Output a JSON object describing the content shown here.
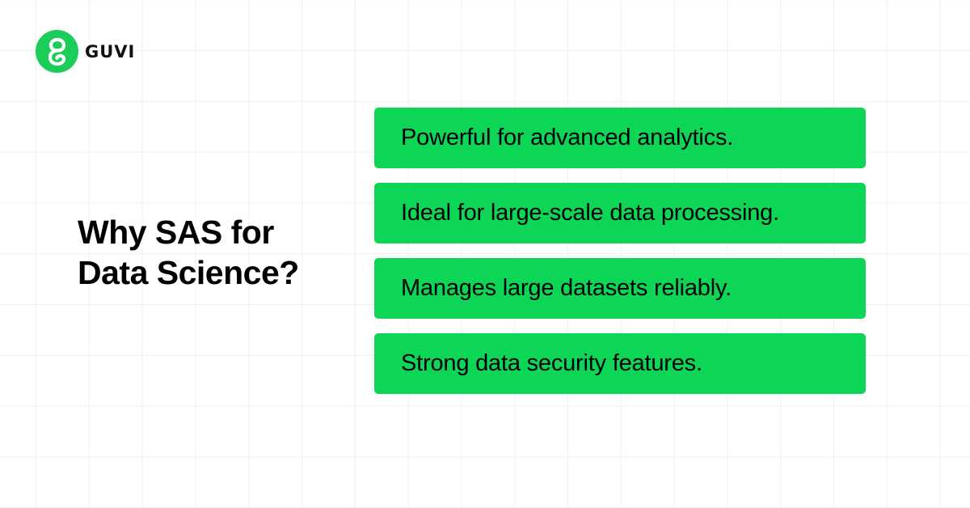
{
  "brand": {
    "name": "GUVI",
    "logo_icon": "guvi-g-logo-icon",
    "accent_color": "#1cce59"
  },
  "heading": {
    "line1": "Why SAS for",
    "line2": "Data Science?"
  },
  "features": {
    "box_color": "#0dd657",
    "items": [
      {
        "label": "Powerful for advanced analytics."
      },
      {
        "label": "Ideal for large-scale data processing."
      },
      {
        "label": "Manages large datasets reliably."
      },
      {
        "label": "Strong data security features."
      }
    ]
  }
}
